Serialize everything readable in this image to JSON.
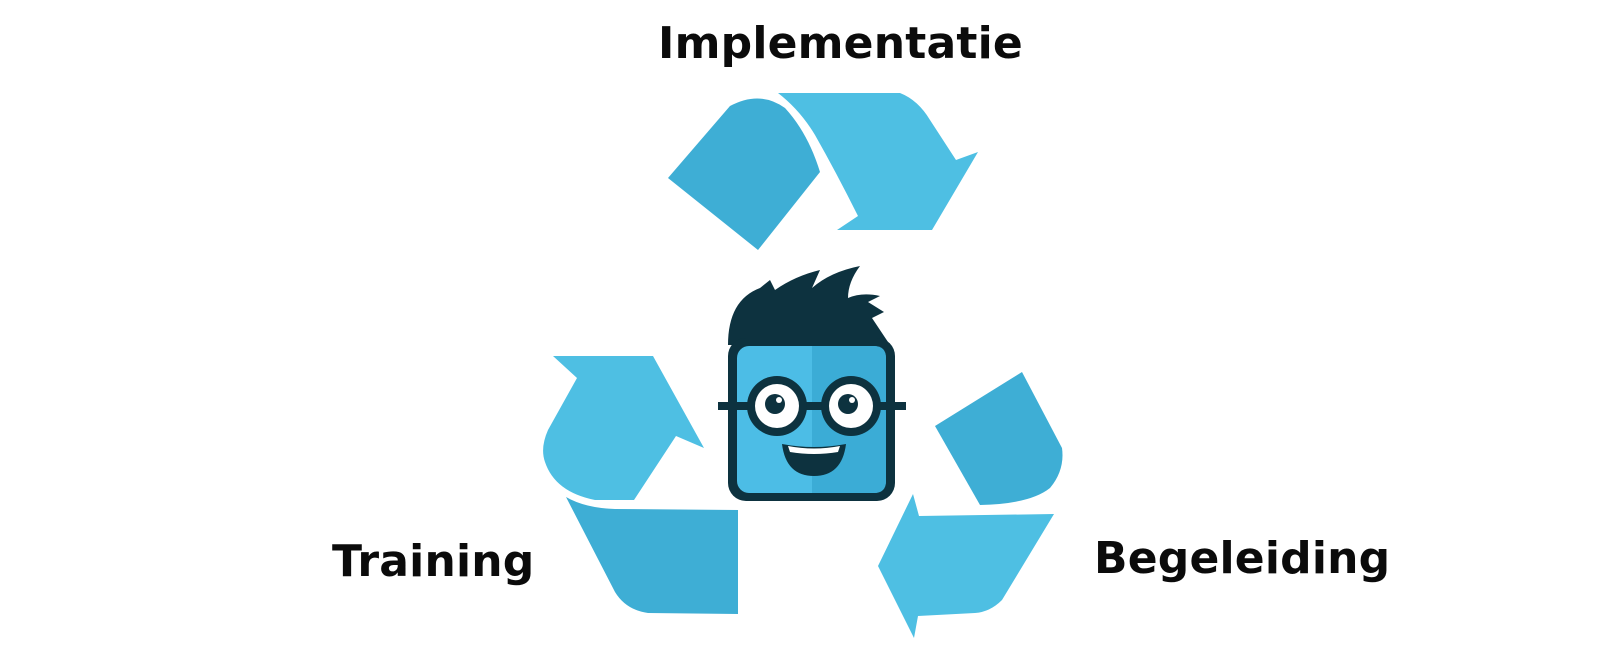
{
  "labels": {
    "top": "Implementatie",
    "left": "Training",
    "right": "Begeleiding"
  },
  "colors": {
    "arrow_dark": "#3eaed5",
    "arrow_light": "#4ebfe3",
    "mascot_hair": "#0d323f",
    "mascot_face": "#4cbde6",
    "mascot_face_shade": "#3bacd6",
    "background": "#ffffff"
  },
  "icons": {
    "mascot": "nerd-mascot-icon",
    "cycle": "recycle-arrows-icon"
  }
}
